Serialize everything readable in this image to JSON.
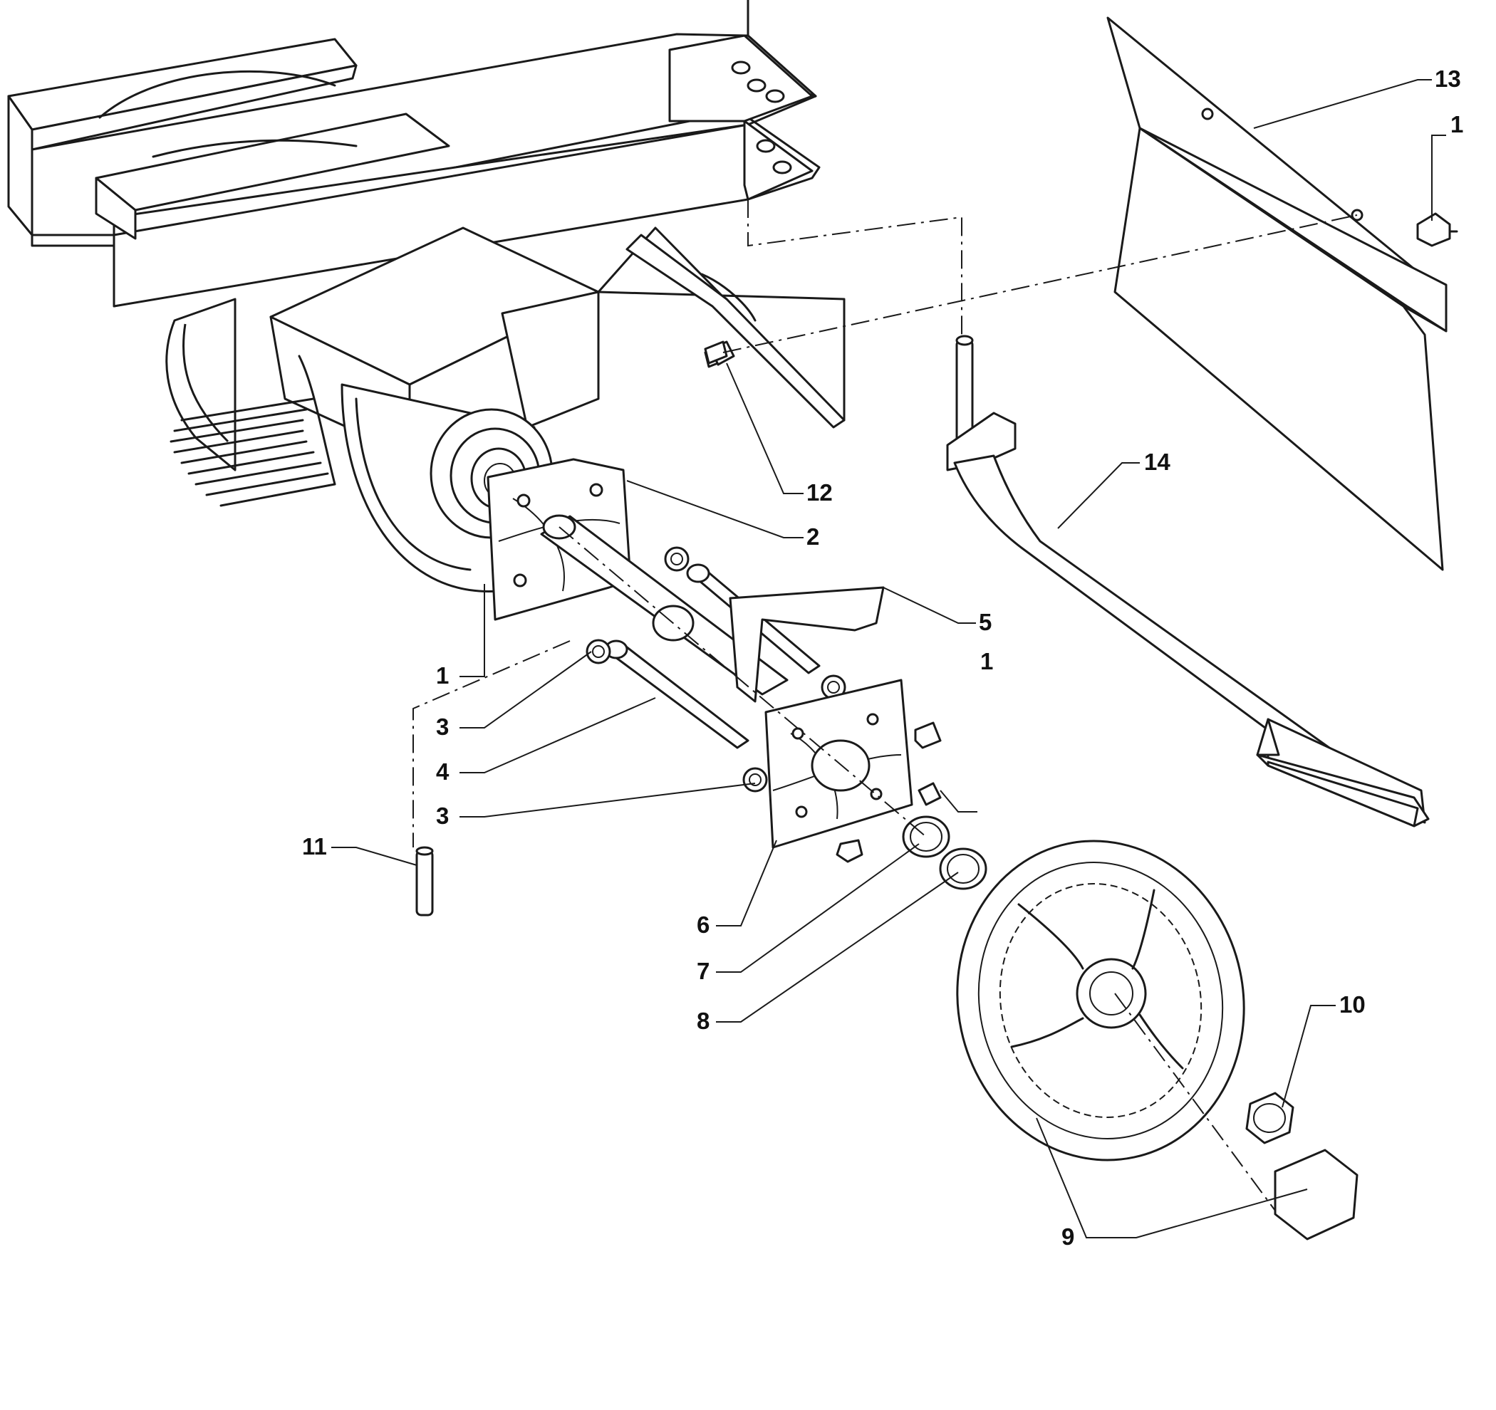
{
  "callouts": [
    {
      "id": "c13",
      "label": "13"
    },
    {
      "id": "c1a",
      "label": "1"
    },
    {
      "id": "c14",
      "label": "14"
    },
    {
      "id": "c12",
      "label": "12"
    },
    {
      "id": "c2",
      "label": "2"
    },
    {
      "id": "c5",
      "label": "5"
    },
    {
      "id": "c1b",
      "label": "1"
    },
    {
      "id": "c1c",
      "label": "1"
    },
    {
      "id": "c3a",
      "label": "3"
    },
    {
      "id": "c4",
      "label": "4"
    },
    {
      "id": "c3b",
      "label": "3"
    },
    {
      "id": "c11",
      "label": "11"
    },
    {
      "id": "c6",
      "label": "6"
    },
    {
      "id": "c7",
      "label": "7"
    },
    {
      "id": "c8",
      "label": "8"
    },
    {
      "id": "c10",
      "label": "10"
    },
    {
      "id": "c9",
      "label": "9"
    }
  ]
}
